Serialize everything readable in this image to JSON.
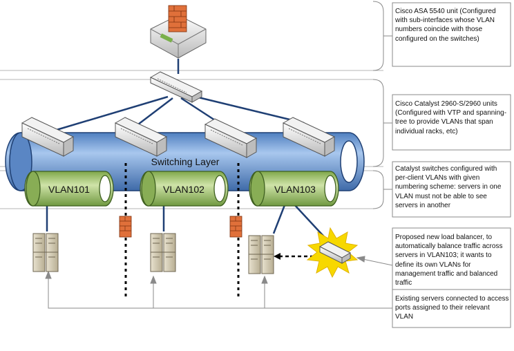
{
  "layer_label": "Switching Layer",
  "vlans": [
    "VLAN101",
    "VLAN102",
    "VLAN103"
  ],
  "notes": [
    "Cisco ASA 5540 unit (Configured with sub-interfaces whose VLAN numbers coincide with those configured on the switches)",
    "Cisco Catalyst 2960-S/2960 units (Configured with VTP and spanning-tree to provide VLANs that span individual racks, etc)",
    "Catalyst switches configured with per-client VLANs with given numbering scheme: servers in one VLAN must not be able to see servers in another",
    "Proposed new load balancer, to automatically balance traffic across servers in VLAN103; it wants to define its own VLANs for management traffic and balanced traffic",
    "Existing servers connected to access ports assigned to their relevant VLAN"
  ],
  "colors": {
    "tube": "#6f9fd6",
    "vlan_tube": "#a9c97a",
    "link": "#1f3f74",
    "firewall": "#e0703a",
    "burst": "#f7d800",
    "bracket": "#8a8a8a"
  },
  "icons": [
    "firewall-icon",
    "switch-icon",
    "server-icon",
    "load-balancer-icon"
  ]
}
